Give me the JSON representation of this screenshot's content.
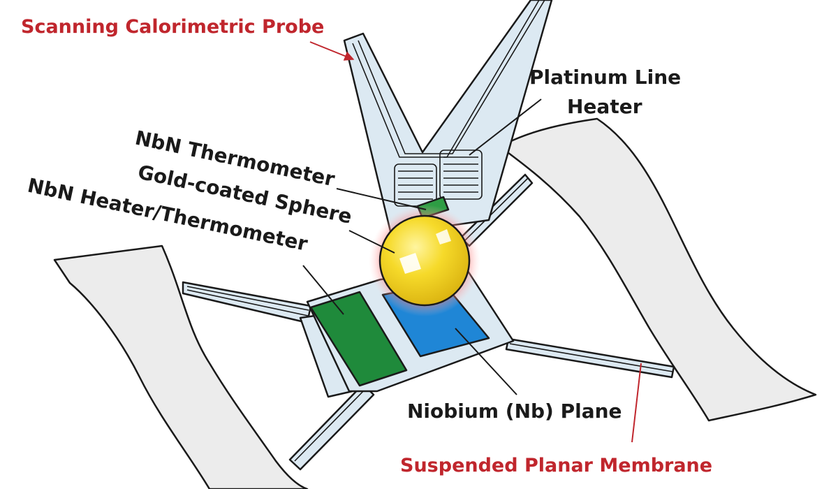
{
  "labels": {
    "scanning_probe": "Scanning Calorimetric Probe",
    "platinum_line_1": "Platinum Line",
    "platinum_line_2": "Heater",
    "nbn_thermometer": "NbN Thermometer",
    "gold_sphere": "Gold-coated Sphere",
    "nbn_heater_thermometer": "NbN Heater/Thermometer",
    "niobium_plane": "Niobium (Nb) Plane",
    "suspended_membrane": "Suspended Planar Membrane"
  },
  "colors": {
    "label_red": "#c0262d",
    "label_dark": "#1a1a1a",
    "probe_fill": "#dce9f2",
    "platform_fill": "#dce9f2",
    "substrate_fill": "#ececec",
    "gold_sphere": "#f3d21c",
    "glow": "#ff4a4a",
    "nbn_heater_green": "#1f8a3b",
    "nbn_thermometer_green": "#2e9d44",
    "niobium_blue": "#1f86d6"
  }
}
